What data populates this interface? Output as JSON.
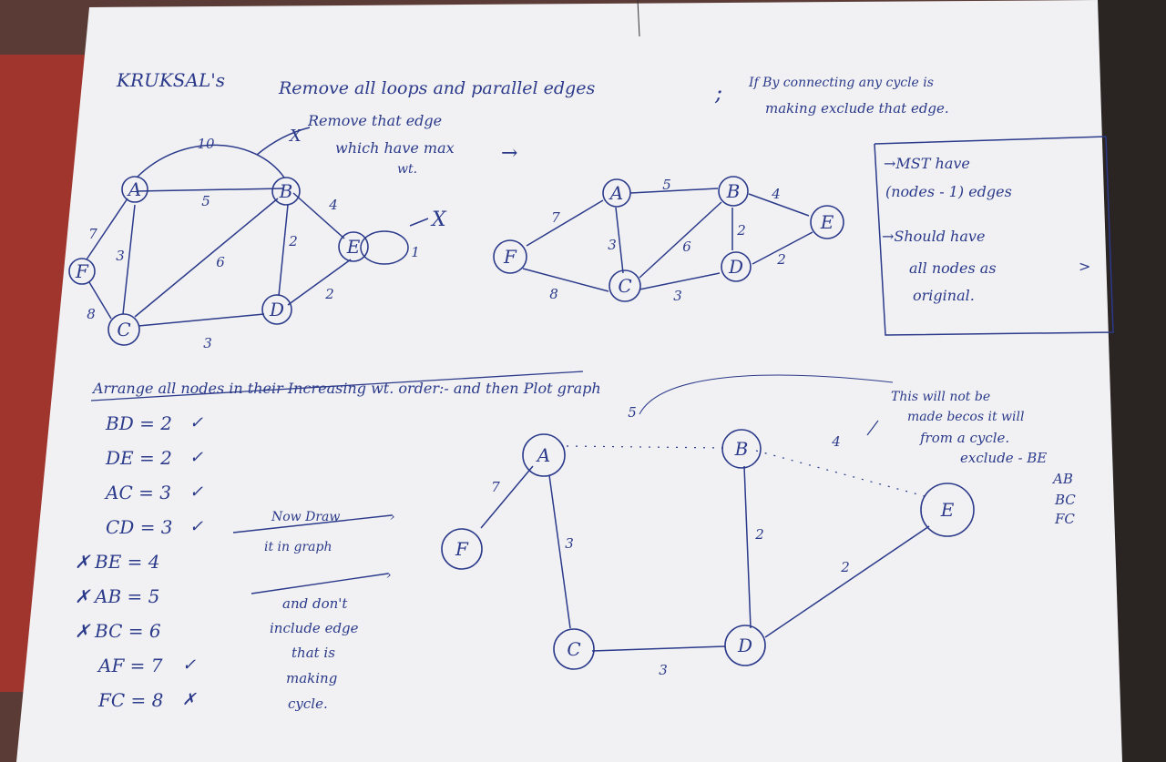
{
  "heading": {
    "title": "KRUKSAL's",
    "rule": "Remove all loops and parallel edges",
    "cycle_note_line1": "If By connecting any cycle is",
    "cycle_note_line2": "making exclude that edge."
  },
  "remove_note": {
    "line1": "Remove that edge",
    "line2": "which have max",
    "line3": "wt."
  },
  "box_note": {
    "line1": "MST have",
    "line2": "(nodes - 1) edges",
    "line3": "Should have",
    "line4": "all nodes as",
    "line5": "original."
  },
  "arrange_heading": "Arrange all nodes in their Increasing wt. order:- and then Plot graph",
  "edge_list": [
    {
      "text": "BD = 2",
      "mark": "✓",
      "excluded": false
    },
    {
      "text": "DE = 2",
      "mark": "✓",
      "excluded": false
    },
    {
      "text": "AC = 3",
      "mark": "✓",
      "excluded": false
    },
    {
      "text": "CD = 3",
      "mark": "✓",
      "excluded": false
    },
    {
      "text": "BE = 4",
      "mark": "",
      "excluded": true
    },
    {
      "text": "AB = 5",
      "mark": "",
      "excluded": true
    },
    {
      "text": "BC = 6",
      "mark": "",
      "excluded": true
    },
    {
      "text": "AF = 7",
      "mark": "✓",
      "excluded": false
    },
    {
      "text": "FC = 8",
      "mark": "✗",
      "excluded": false
    }
  ],
  "now_draw": {
    "line1": "Now Draw",
    "line2": "it in graph"
  },
  "dont_include": {
    "line1": "and don't",
    "line2": "include edge",
    "line3": "that is",
    "line4": "making",
    "line5": "cycle."
  },
  "cycle_warning": {
    "line1": "This will not be",
    "line2": "made becos it will",
    "line3": "from a cycle.",
    "line4": "exclude - BE",
    "line5": "AB",
    "line6": "BC",
    "line7": "FC"
  },
  "graph1": {
    "nodes": [
      "A",
      "B",
      "C",
      "D",
      "E",
      "F"
    ],
    "weights": {
      "AB": "5",
      "AC": "3",
      "AF": "7",
      "FC": "8",
      "BD": "2",
      "BE": "4",
      "BC": "6",
      "CD": "3",
      "AB_parallel": "10",
      "E_loop": "1"
    },
    "x_marks": [
      "X",
      "X"
    ]
  },
  "graph2": {
    "nodes": [
      "A",
      "B",
      "C",
      "D",
      "E",
      "F"
    ],
    "weights": {
      "AB": "5",
      "BE": "4",
      "AC": "3",
      "AF": "7",
      "FC": "8",
      "BD": "2",
      "DE": "2",
      "BC": "6",
      "CD": "3"
    }
  },
  "graph3": {
    "nodes": [
      "A",
      "B",
      "C",
      "D",
      "E",
      "F"
    ],
    "weights": {
      "AF": "7",
      "AC": "3",
      "BD": "2",
      "DE": "2",
      "CD": "3",
      "AB_dotted": "5",
      "BE_dotted": "4"
    }
  },
  "colors": {
    "ink": "#2b3a8a",
    "paper": "#f1f1f4",
    "background": "#3a2c2a"
  }
}
